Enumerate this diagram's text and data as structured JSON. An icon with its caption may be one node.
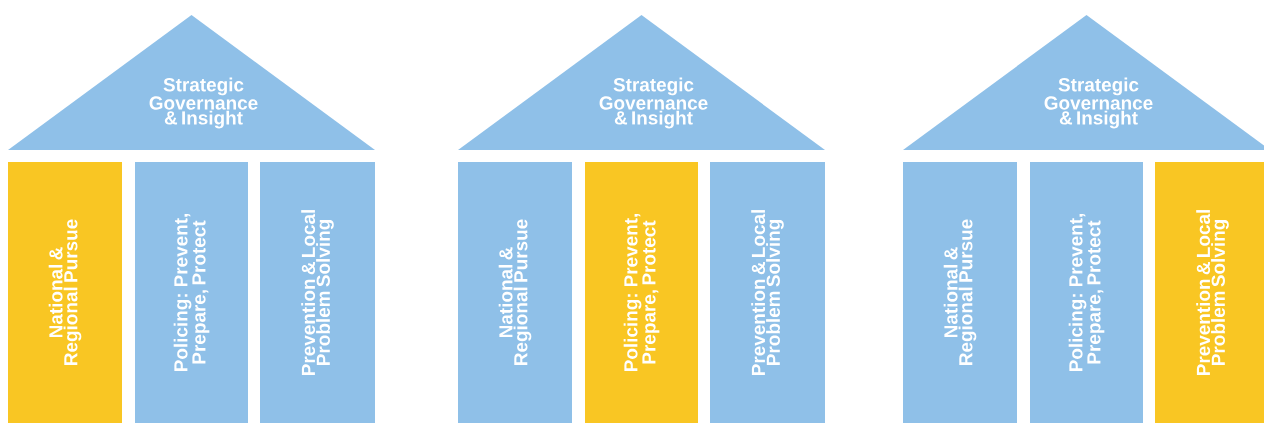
{
  "diagram": {
    "nodes": [
      {
        "text": [
          "Strategic Governance & Insight"
        ]
      },
      {
        "text": [
          "National & Regional Pursue"
        ]
      },
      {
        "text": [
          "Policing: Prevent, Prepare, Protect"
        ]
      },
      {
        "text": [
          "Prevention & Local Problem Solving"
        ]
      },
      {
        "text": [
          "Strategic Governance & Insight"
        ]
      },
      {
        "text": [
          "National & Regional Pursue"
        ]
      },
      {
        "text": [
          "Policing: Prevent, Prepare, Protect"
        ]
      },
      {
        "text": [
          "Prevention & Local Problem Solving"
        ]
      },
      {
        "text": [
          "Strategic Governance & Insight"
        ]
      },
      {
        "text": [
          "National & Regional Pursue"
        ]
      },
      {
        "text": [
          "Policing: Prevent, Prepare, Protect"
        ]
      },
      {
        "text": [
          "Prevention & Local Problem Solving"
        ]
      }
    ]
  }
}
